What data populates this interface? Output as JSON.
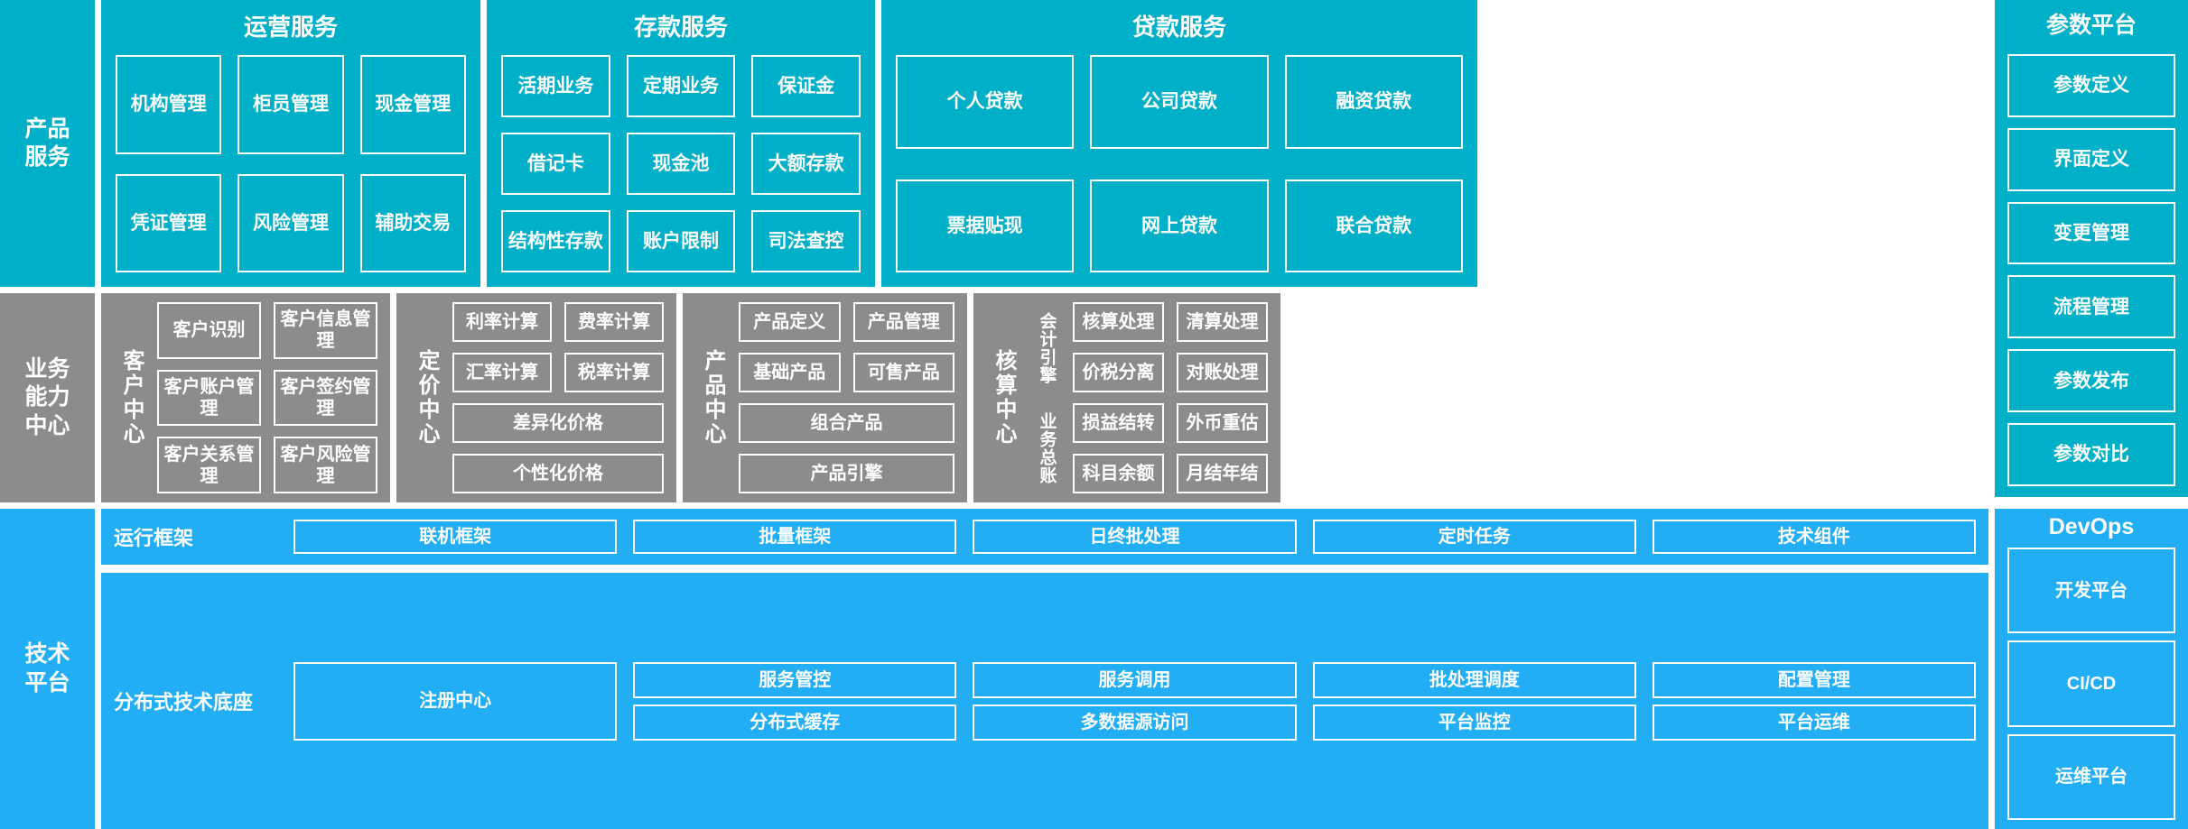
{
  "colors": {
    "cyan": "#00AFC8",
    "gray": "#8C8C8C",
    "blue": "#22AEF5",
    "tile_border": "#FFFFFF",
    "text": "#FFFFFF",
    "background": "#FFFFFF"
  },
  "layers": {
    "product_service": {
      "lane_label_line1": "产品",
      "lane_label_line2": "服务",
      "groups": [
        {
          "title": "运营服务",
          "rows": [
            [
              "机构管理",
              "柜员管理",
              "现金管理"
            ],
            [
              "凭证管理",
              "风险管理",
              "辅助交易"
            ]
          ]
        },
        {
          "title": "存款服务",
          "rows": [
            [
              "活期业务",
              "定期业务",
              "保证金"
            ],
            [
              "借记卡",
              "现金池",
              "大额存款"
            ],
            [
              "结构性存款",
              "账户限制",
              "司法查控"
            ]
          ]
        },
        {
          "title": "贷款服务",
          "rows": [
            [
              "个人贷款",
              "公司贷款",
              "融资贷款"
            ],
            [
              "票据贴现",
              "网上贷款",
              "联合贷款"
            ]
          ]
        }
      ]
    },
    "parameter_platform": {
      "title": "参数平台",
      "items": [
        "参数定义",
        "界面定义",
        "变更管理",
        "流程管理",
        "参数发布",
        "参数对比"
      ]
    },
    "business_capability": {
      "lane_label_line1": "业务",
      "lane_label_line2": "能力",
      "lane_label_line3": "中心",
      "centers": [
        {
          "vlabel": "客户中心",
          "rows": [
            [
              "客户识别",
              "客户信息管理"
            ],
            [
              "客户账户管理",
              "客户签约管理"
            ],
            [
              "客户关系管理",
              "客户风险管理"
            ]
          ]
        },
        {
          "vlabel": "定价中心",
          "rows": [
            [
              "利率计算",
              "费率计算"
            ],
            [
              "汇率计算",
              "税率计算"
            ],
            [
              "差异化价格"
            ],
            [
              "个性化价格"
            ]
          ]
        },
        {
          "vlabel": "产品中心",
          "rows": [
            [
              "产品定义",
              "产品管理"
            ],
            [
              "基础产品",
              "可售产品"
            ],
            [
              "组合产品"
            ],
            [
              "产品引擎"
            ]
          ]
        },
        {
          "vlabel": "核算中心",
          "sub_label_top": "会计引擎",
          "sub_label_bottom": "业务总账",
          "rows": [
            [
              "核算处理",
              "清算处理"
            ],
            [
              "价税分离",
              "对账处理"
            ],
            [
              "损益结转",
              "外币重估"
            ],
            [
              "科目余额",
              "月结年结"
            ]
          ]
        }
      ]
    },
    "tech_platform": {
      "lane_label_line1": "技术",
      "lane_label_line2": "平台",
      "bands": [
        {
          "label": "运行框架",
          "columns": [
            [
              "联机框架"
            ],
            [
              "批量框架"
            ],
            [
              "日终批处理"
            ],
            [
              "定时任务"
            ],
            [
              "技术组件"
            ]
          ]
        },
        {
          "label": "分布式技术底座",
          "columns": [
            [
              "注册中心"
            ],
            [
              "服务管控",
              "分布式缓存"
            ],
            [
              "服务调用",
              "多数据源访问"
            ],
            [
              "批处理调度",
              "平台监控"
            ],
            [
              "配置管理",
              "平台运维"
            ]
          ]
        }
      ]
    },
    "devops": {
      "title": "DevOps",
      "items": [
        "开发平台",
        "CI/CD",
        "运维平台"
      ]
    }
  }
}
